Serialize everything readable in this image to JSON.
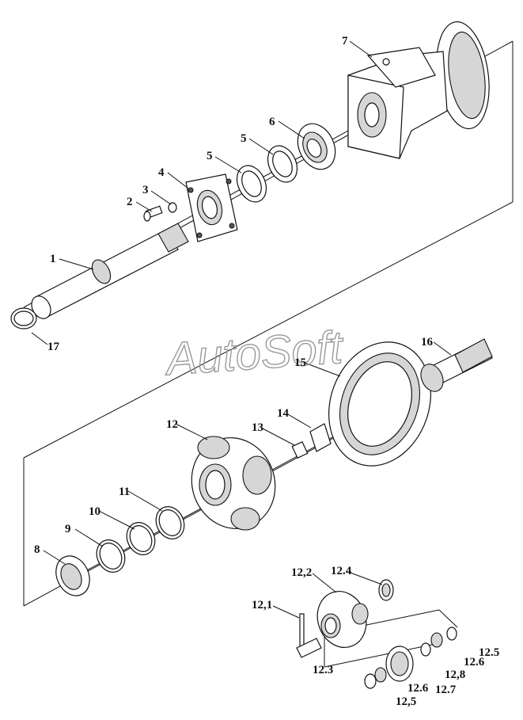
{
  "watermark": "AutoSoft",
  "labels": {
    "p1": "1",
    "p2": "2",
    "p3": "3",
    "p4": "4",
    "p5a": "5",
    "p5b": "5",
    "p6": "6",
    "p7": "7",
    "p8": "8",
    "p9": "9",
    "p10": "10",
    "p11": "11",
    "p12": "12",
    "p13": "13",
    "p14": "14",
    "p15": "15",
    "p16": "16",
    "p17": "17",
    "s12_1": "12,1",
    "s12_2": "12,2",
    "s12_3": "12.3",
    "s12_4": "12.4",
    "s12_5a": "12.5",
    "s12_5b": "12,5",
    "s12_6a": "12.6",
    "s12_6b": "12.6",
    "s12_7": "12.7",
    "s12_8": "12,8"
  }
}
